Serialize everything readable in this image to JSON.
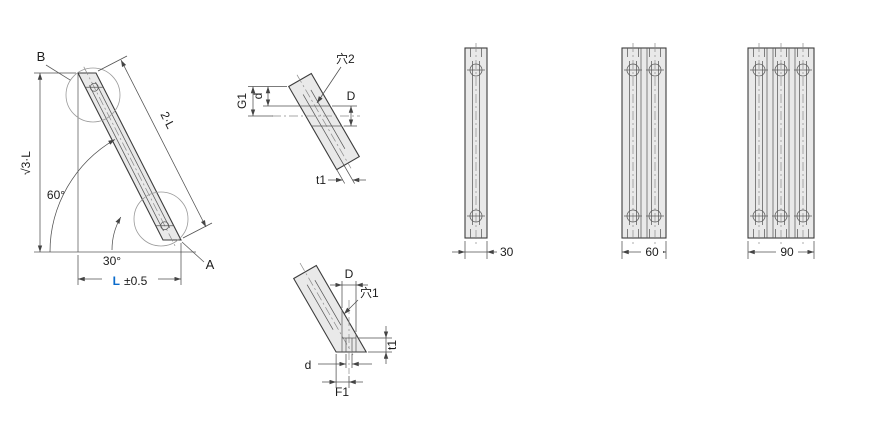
{
  "drawing": {
    "main_view": {
      "label_b": "B",
      "label_a": "A",
      "dim_diagonal": "2·L",
      "dim_vertical": "√3·L",
      "angle_main": "60°",
      "angle_end": "30°",
      "dim_length": "L",
      "dim_length_tolerance": "±0.5"
    },
    "detail_top": {
      "hole_label": "穴2",
      "dim_hole_dia": "D",
      "dim_g1": "G1",
      "dim_d": "d",
      "dim_t1": "t1"
    },
    "detail_bottom": {
      "hole_label": "穴1",
      "dim_hole_dia": "D",
      "dim_t1": "t1",
      "dim_d": "d",
      "dim_f1": "F1"
    },
    "side_views": [
      {
        "width_label": "30"
      },
      {
        "width_label": "60"
      },
      {
        "width_label": "90"
      }
    ],
    "colors": {
      "part_fill": "#e9e9e9",
      "line": "#3c3c3c",
      "accent": "#0b6bcb"
    }
  }
}
